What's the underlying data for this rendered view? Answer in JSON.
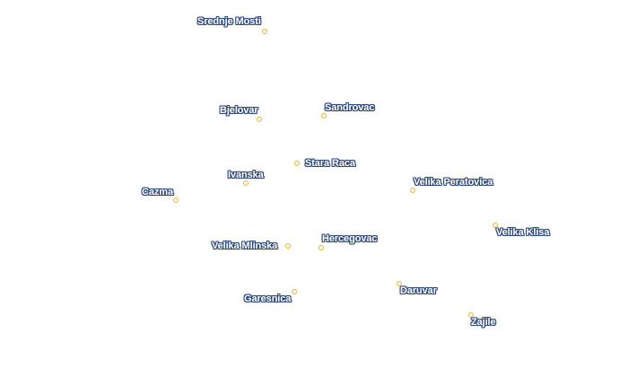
{
  "map": {
    "marker_color": "#e6b64c",
    "label_color": "#ffffff",
    "label_halo_color": "#2f4a78",
    "places": [
      {
        "id": "srednje-mosti",
        "name": "Srednje Mosti"
      },
      {
        "id": "bjelovar",
        "name": "Bjelovar"
      },
      {
        "id": "sandrovac",
        "name": "Sandrovac"
      },
      {
        "id": "stara-raca",
        "name": "Stara Raca"
      },
      {
        "id": "ivanska",
        "name": "Ivanska"
      },
      {
        "id": "cazma",
        "name": "Cazma"
      },
      {
        "id": "velika-peratovica",
        "name": "Velika Peratovica"
      },
      {
        "id": "velika-klisa",
        "name": "Velika Klisa"
      },
      {
        "id": "hercegovac",
        "name": "Hercegovac"
      },
      {
        "id": "velika-mlinska",
        "name": "Velika Mlinska"
      },
      {
        "id": "garesnica",
        "name": "Garesnica"
      },
      {
        "id": "daruvar",
        "name": "Daruvar"
      },
      {
        "id": "zajile",
        "name": "Zajile"
      }
    ]
  }
}
